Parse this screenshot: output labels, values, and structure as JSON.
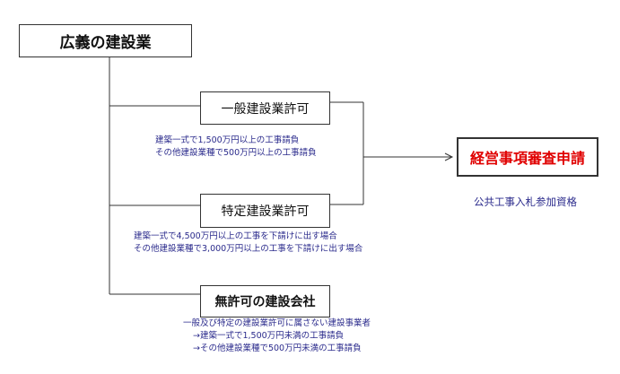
{
  "diagram": {
    "main_box": "広義の建設業",
    "ippan_box": "一般建設業許可",
    "ippan_note": [
      "建築一式で1,500万円以上の工事請負",
      "その他建設業種で500万円以上の工事請負"
    ],
    "tokutei_box": "特定建設業許可",
    "tokutei_note": [
      "建築一式で4,500万円以上の工事を下請けに出す場合",
      "その他建設業種で3,000万円以上の工事を下請けに出す場合"
    ],
    "mukyoka_box": "無許可の建設会社",
    "mukyoka_note": [
      "一般及び特定の建設業許可に属さない建設事業者",
      "→建築一式で1,500万円未満の工事請負",
      "→その他建設業種で500万円未満の工事請負"
    ],
    "keishin_box": "経営事項審査申請",
    "keishin_caption": "公共工事入札参加資格"
  },
  "colors": {
    "accent_red": "#e00000",
    "note_blue": "#2b2b8c",
    "line": "#333333"
  }
}
